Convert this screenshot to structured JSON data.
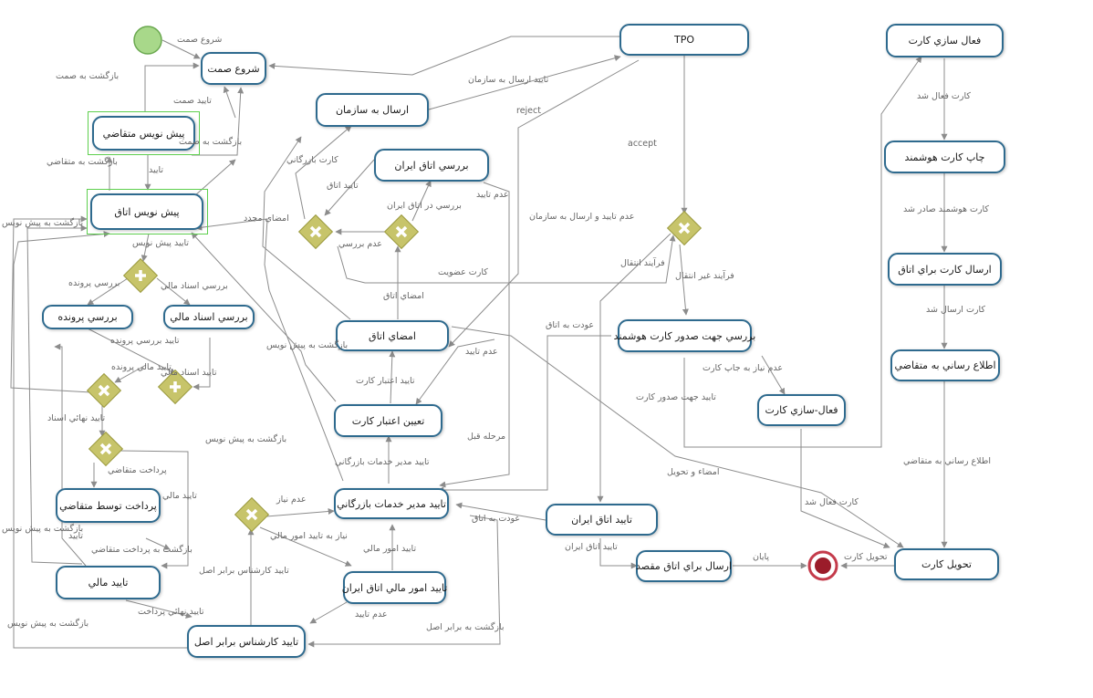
{
  "colors": {
    "node_border": "#2e6a8e",
    "edge": "#8c8c8c",
    "gateway": "#c7c46a",
    "start": "#a8d88a",
    "end": "#9b1c2a",
    "highlight": "#5ecf4e"
  },
  "nodes": {
    "n_start_work": "شروع صمت",
    "n_draft_applicant": "پيش نويس متقاضي",
    "n_draft_chamber": "پيش نويس اتاق",
    "n_review_file": "بررسي پرونده",
    "n_review_financial": "بررسي اسناد مالي",
    "n_pay_applicant": "پرداخت توسط متقاضي",
    "n_fin_confirm": "تاييد مالي",
    "n_expert_confirm": "تاييد كارشناس برابر اصل",
    "n_send_org": "ارسال به سازمان",
    "n_review_iran": "بررسي اتاق ايران",
    "n_chamber_sign": "امضاي اتاق",
    "n_card_validity": "تعيين اعتبار كارت",
    "n_commerce_mgr": "تاييد مدير خدمات بازرگاني",
    "n_iran_fin": "تاييد امور مالي اتاق ايران",
    "n_tpo": "TPO",
    "n_review_issue": "بررسي جهت صدور كارت هوشمند",
    "n_activate_card2": "فعال-سازي كارت",
    "n_iran_confirm": "تاييد اتاق ايران",
    "n_send_dest": "ارسال براي اتاق مقصد",
    "n_activate_card": "فعال سازي كارت",
    "n_print_card": "چاپ كارت هوشمند",
    "n_send_card": "ارسال كارت براي اتاق",
    "n_notify": "اطلاع رساني به متقاضي",
    "n_deliver": "تحويل كارت"
  },
  "labels": {
    "l_start": "شروع صمت",
    "l_back_samt": "بازگشت به صمت",
    "l_confirm_samt": "تاييد صمت",
    "l_back_samt2": "بازگشت به صمت",
    "l_back_applicant": "بازگشت به متقاضي",
    "l_confirm": "تاييد",
    "l_back_draft": "بازگشت به پيش نويس",
    "l_confirm_draft": "تاييد پيش نويس",
    "l_review_file": "بررسي پرونده",
    "l_review_fin": "بررسي اسناد مالي",
    "l_confirm_file": "تاييد بررسي پرونده",
    "l_fin_file": "تاييد مالي پرونده",
    "l_fin_docs": "تاييد اسناد مالي",
    "l_final_docs": "تاييد نهائي اسناد",
    "l_pay_applicant": "پرداخت متقاضي",
    "l_fin_confirm": "تاييد مالي",
    "l_back_draft2": "بازگشت به پيش نويس",
    "l_confirm_small": "تاييد",
    "l_back_pay": "بازگشت به پرداخت متقاضي",
    "l_expert_orig": "تاييد كارشناس برابر اصل",
    "l_final_pay": "تاييد نهائي پرداخت",
    "l_back_draft3": "بازگشت به پيش نويس",
    "l_back_draft4": "بازگشت به پيش نويس",
    "l_confirm_send_org": "تاييد ارسال به سازمان",
    "l_reject": "reject",
    "l_accept": "accept",
    "l_merchant_card": "كارت بازرگاني",
    "l_chamber_confirm": "تاييد اتاق",
    "l_re_sign": "امضاي مجدد",
    "l_no_review": "عدم بررسي",
    "l_review_iran": "بررسي در اتاق ايران",
    "l_not_confirmed": "عدم تاييد",
    "l_membership": "كارت عضويت",
    "l_chamber_sign": "امضاي اتاق",
    "l_back_draft5": "بازگشت به پيش نويس",
    "l_not_confirmed2": "عدم تاييد",
    "l_card_validity": "تاييد اعتبار كارت",
    "l_prev_stage": "مرحله قبل",
    "l_mgr_confirm": "تاييد مدير خدمات بازرگاني",
    "l_back_draft6": "بازگشت به پيش نويس",
    "l_not_needed": "عدم نياز",
    "l_fin_need": "نياز به تاييد امور مالي",
    "l_fin_affairs": "تاييد امور مالي",
    "l_expert_orig2": "تاييد كارشناس برابر اصل",
    "l_not_confirmed3": "عدم تاييد",
    "l_back_orig": "بازگشت به برابر اصل",
    "l_return_chamber": "عودت به اتاق",
    "l_return_chamber2": "عودت به اتاق",
    "l_not_confirm_send": "عدم تاييد و ارسال به سازمان",
    "l_transfer": "فرآيند انتقال",
    "l_non_transfer": "فرآيند غير انتقال",
    "l_print_need": "عدم نياز به جاپ كارت",
    "l_issue_confirm": "تاييد جهت صدور كارت",
    "l_sign_deliver": "امضاء و تحويل",
    "l_card_active": "كارت فعال شد",
    "l_iran_confirm": "تاييد اتاق ايران",
    "l_end": "پايان",
    "l_deliver": "تحويل كارت",
    "l_card_activated": "كارت فعال شد",
    "l_smart_issued": "كارت هوشمند صادر شد",
    "l_card_sent": "كارت ارسال شد",
    "l_notify_applicant": "اطلاع رساني به متقاضي"
  }
}
